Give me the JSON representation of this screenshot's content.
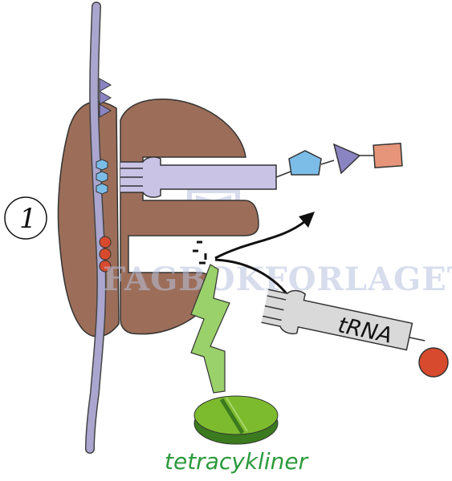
{
  "diagram": {
    "step_number": "1",
    "trna_label": "tRNA",
    "drug_label": "tetracykliner",
    "watermark": "FAGBOKFORLAGET"
  },
  "colors": {
    "ribosome": "#9c6e59",
    "mrna": "#aaa6cf",
    "peptide_chain": "#c9c3e6",
    "trna_body": "#d9d9d9",
    "amino_acid_pentagon": "#7cbde8",
    "amino_acid_triangle": "#8b84c2",
    "amino_acid_square": "#e6957a",
    "anticodon_circles": "#d84a2d",
    "codon_pentagons": "#7cbde8",
    "codon_triangles": "#8b84c2",
    "tetracycline_tablet": "#7dbb2e",
    "lightning": "#9ad16a",
    "drug_label": "#2b9a3c"
  },
  "icons": {
    "exit_arrow": "curved-arrow-up-right",
    "blocked_entry": "dashed-lines",
    "tablet": "split-pill"
  }
}
